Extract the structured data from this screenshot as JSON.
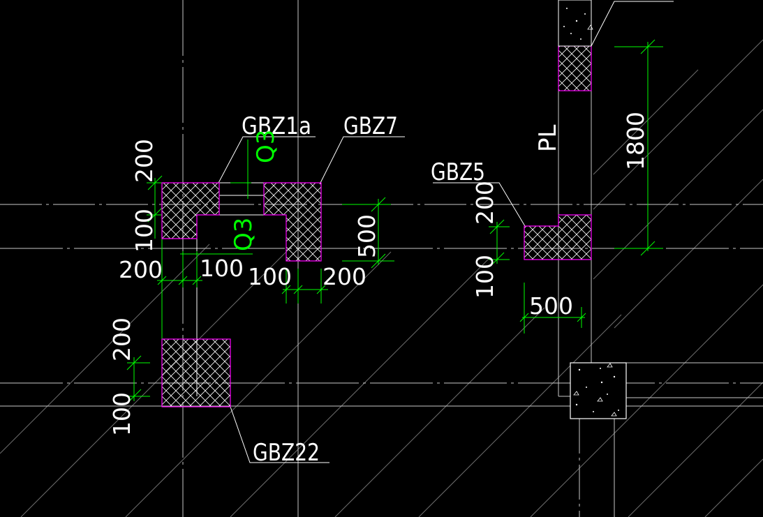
{
  "colors": {
    "background": "#000000",
    "axis": "#c8c8c8",
    "dimension": "#00ff00",
    "column_outline": "#ff00ff",
    "hatch": "#ffffff",
    "text": "#ffffff",
    "wall_label": "#00ff00"
  },
  "labels": {
    "gbz1a": "GBZ1a",
    "gbz7": "GBZ7",
    "gbz5": "GBZ5",
    "gbz22": "GBZ22",
    "pl": "PL",
    "q3_top": "Q3",
    "q3_mid": "Q3"
  },
  "dims": {
    "d200_a": "200",
    "d100_a": "100",
    "d200_b": "200",
    "d100_b": "100",
    "d100_c": "100",
    "d200_c": "200",
    "d500_a": "500",
    "d200_d": "200",
    "d100_d": "100",
    "d500_b": "500",
    "d1800": "1800",
    "d200_e": "200",
    "d100_e": "100"
  }
}
